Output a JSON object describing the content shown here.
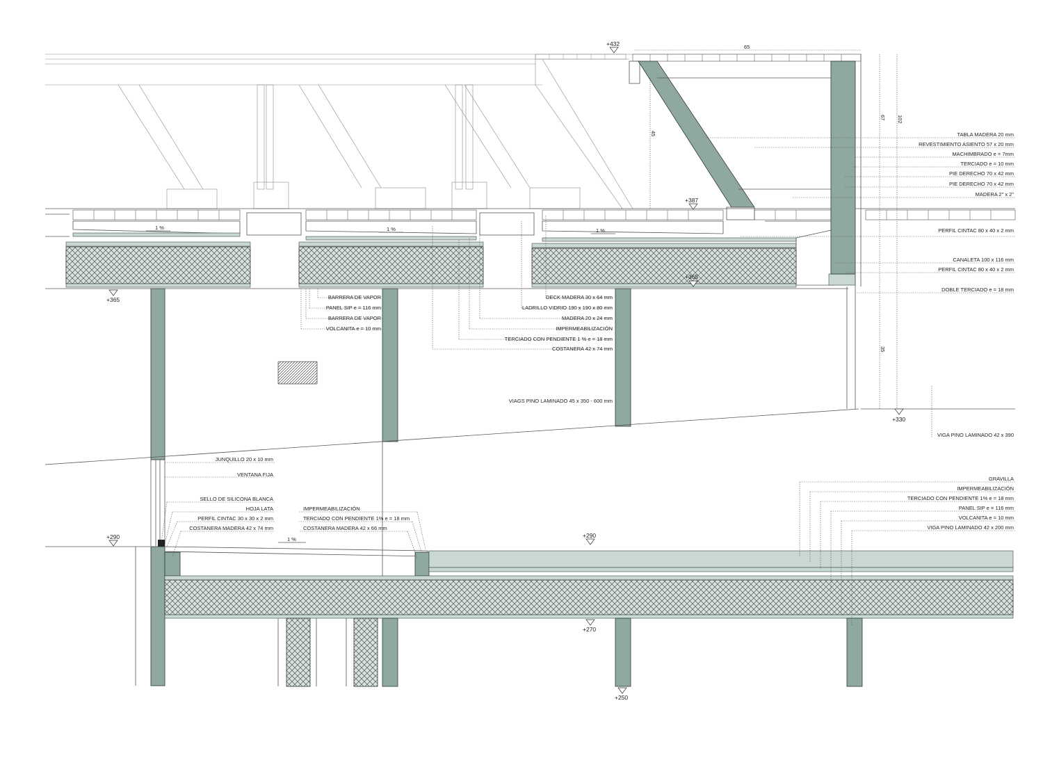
{
  "levels": {
    "l432": "+432",
    "l387": "+387",
    "l365a": "+365",
    "l365b": "+365",
    "l330": "+330",
    "l290a": "+290",
    "l290b": "+290",
    "l270": "+270",
    "l250": "+250"
  },
  "dimensions": {
    "d65": "65",
    "d45": "45",
    "d67": "67",
    "d102": "102",
    "d35": "35"
  },
  "slopes": {
    "s1": "1 %",
    "s2": "1 %",
    "s3": "1 %",
    "s4": "1 %"
  },
  "labels_right": [
    "TABLA MADERA 20 mm",
    "REVESTIMIENTO ASIENTO 57 x 20 mm",
    "MACHIMBRADO e = 7mm",
    "TERCIADO e = 10 mm",
    "PIE DERECHO 70 x 42 mm",
    "PIE DERECHO 70 x 42 mm",
    "MADERA 2\" x 2\"",
    "PERFIL CINTAC 80 x 40 x 2 mm",
    "CANALETA 100 x 116 mm",
    "PERFIL CINTAC 80 x 40 x 2 mm",
    "DOBLE TERCIADO e = 18 mm",
    "VIGA PINO LAMINADO 42 x 390"
  ],
  "labels_mid_left": [
    "BARRERA DE VAPOR",
    "PANEL SIP e = 116 mm",
    "BARRERA DE VAPOR",
    "VOLCANITA e = 10 mm"
  ],
  "labels_mid_right": [
    "DECK MADERA 30 x 64 mm",
    "LADRILLO VIDRIO 190 x 190 x 80 mm",
    "MADERA 20 x 24 mm",
    "IMPERMEABILIZACIÓN",
    "TERCIADO CON PENDIENTE 1 % e = 18 mm",
    "COSTANERA 42 x 74 mm"
  ],
  "label_viga": "VIAGS PINO LAMINADO 45 x 350 - 600 mm",
  "labels_window": [
    "JUNQUILLO 20 x 10 mm",
    "VENTANA FIJA",
    "SELLO DE SILICONA BLANCA",
    "HOJA LATA",
    "PERFIL CINTAC 30 x 30 x 2 mm",
    "COSTANERA MADERA 42 x 74 mm"
  ],
  "labels_lower_mid": [
    "IMPERMEABILIZACIÓN",
    "TERCIADO  CON PENDIENTE 1% e = 18 mm",
    "COSTANERA MADERA 42 x 66 mm"
  ],
  "labels_lower_right": [
    "GRAVILLA",
    "IMPERMEABILIZACIÓN",
    "TERCIADO  CON PENDIENTE 1% e = 18 mm",
    "PANEL SIP e = 116 mm",
    "VOLCANITA e = 10 mm",
    "VIGA PINO LAMINADO 42 x 200 mm"
  ]
}
